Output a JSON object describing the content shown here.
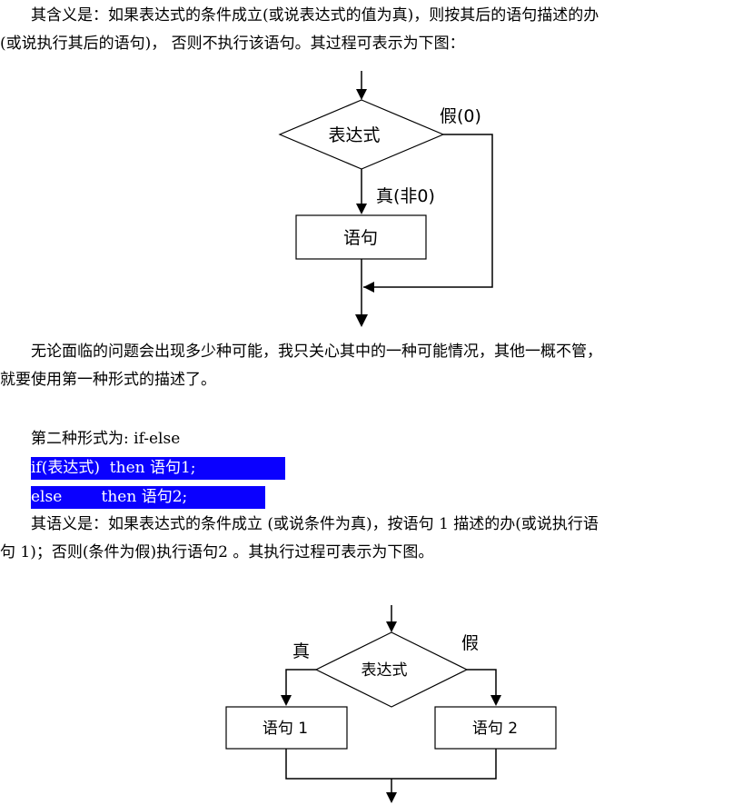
{
  "paragraphs": {
    "p1_line1": "其含义是：如果表达式的条件成立(或说表达式的值为真)，则按其后的语句描述的办",
    "p1_line2": "(或说执行其后的语句)，  否则不执行该语句。其过程可表示为下图：",
    "p2_line1": "无论面临的问题会出现多少种可能，我只关心其中的一种可能情况，其他一概不管，",
    "p2_line2": "就要使用第一种形式的描述了。",
    "p3": "第二种形式为: if-else",
    "p4_line1": "其语义是：如果表达式的条件成立 (或说条件为真)，按语句 1 描述的办(或说执行语",
    "p4_line2": "句 1)；否则(条件为假)执行语句2 。其执行过程可表示为下图。"
  },
  "code": {
    "line1": "if(表达式)  then 语句1;",
    "line2": "else        then 语句2;"
  },
  "flowchart1": {
    "condition": "表达式",
    "false_label": "假(0)",
    "true_label": "真(非0)",
    "statement": "语句"
  },
  "flowchart2": {
    "condition": "表达式",
    "true_label": "真",
    "false_label": "假",
    "statement1": "语句 1",
    "statement2": "语句 2"
  }
}
